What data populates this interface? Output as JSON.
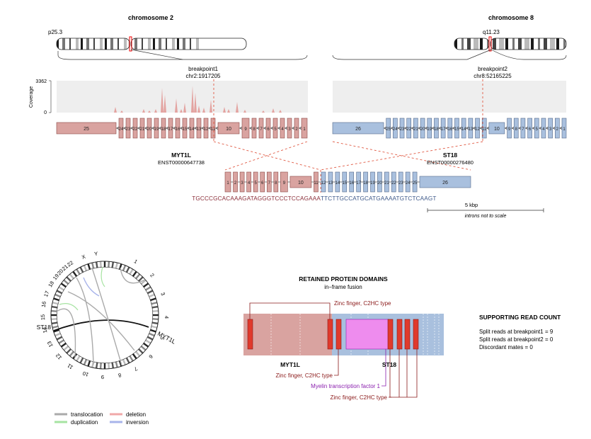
{
  "colors": {
    "myt1l": "#d9a3a0",
    "myt1l_stroke": "#8b4a47",
    "st18": "#a9c0de",
    "st18_stroke": "#55698a",
    "coverage_bg": "#eeeeee",
    "coverage_fill": "#e3a3a0",
    "breakpoint": "#e05a44",
    "seq_left": "#8b2f3a",
    "seq_right": "#3f5a8a",
    "domain_zinc": "#e03a2c",
    "domain_myelin": "#ee8cee",
    "label_zinc": "#8b1a1a",
    "label_myelin": "#8a1fae",
    "legend_translocation": "#aaaaaa",
    "legend_duplication": "#a6e3a1",
    "legend_deletion": "#f0a8a8",
    "legend_inversion": "#a8b4ea"
  },
  "top": {
    "chr_left_title": "chromosome 2",
    "chr_right_title": "chromosome 8",
    "chr_left_band": "p25.3",
    "chr_right_band": "q11.23",
    "bp1_label": "breakpoint1",
    "bp1_pos": "chr2:1917205",
    "bp2_label": "breakpoint2",
    "bp2_pos": "chr8:52165225",
    "coverage_label": "Coverage",
    "coverage_max": "3362",
    "coverage_min": "0",
    "gene1_name": "MYT1L",
    "gene1_transcript": "ENST00000647738",
    "gene2_name": "ST18",
    "gene2_transcript": "ENST00000276480",
    "seq_left": "TGCCCGCACAAAGATAGGGTCCCTCCAGAAA",
    "seq_right": "TTCTTGCCATGCATGAAAATGTCTCAAGT",
    "scale_label": "5 kbp",
    "scale_note": "introns not to scale"
  },
  "gene1_exons": [
    "25",
    "24",
    "23",
    "22",
    "21",
    "20",
    "19",
    "18",
    "17",
    "16",
    "15",
    "14",
    "13",
    "12",
    "11",
    "10",
    "9",
    "8",
    "7",
    "6",
    "5",
    "4",
    "3",
    "2",
    "1"
  ],
  "gene2_exons": [
    "26",
    "25",
    "24",
    "23",
    "22",
    "21",
    "20",
    "19",
    "18",
    "17",
    "16",
    "15",
    "14",
    "13",
    "12",
    "11",
    "10",
    "9",
    "8",
    "7",
    "6",
    "5",
    "4",
    "3",
    "2",
    "1"
  ],
  "fusion_exons_left": [
    "1",
    "2",
    "3",
    "4",
    "5",
    "6",
    "7",
    "8",
    "9",
    "10",
    "11"
  ],
  "fusion_exons_right": [
    "12",
    "13",
    "14",
    "15",
    "16",
    "17",
    "18",
    "19",
    "20",
    "21",
    "22",
    "23",
    "24",
    "25",
    "26"
  ],
  "circos": {
    "labels": [
      "1",
      "2",
      "3",
      "4",
      "5",
      "6",
      "7",
      "8",
      "9",
      "10",
      "11",
      "12",
      "13",
      "14",
      "15",
      "16",
      "17",
      "18",
      "19",
      "20",
      "21",
      "22",
      "X",
      "Y"
    ],
    "gene_left": "ST18",
    "gene_right": "MYT1L"
  },
  "legend": {
    "translocation": "translocation",
    "duplication": "duplication",
    "deletion": "deletion",
    "inversion": "inversion"
  },
  "domains": {
    "title": "RETAINED PROTEIN DOMAINS",
    "subtitle": "in−frame fusion",
    "gene_left": "MYT1L",
    "gene_right": "ST18",
    "label_top": "Zinc finger, C2HC type",
    "label_mid": "Zinc finger, C2HC type",
    "label_myelin": "Myelin transcription factor 1",
    "label_bottom": "Zinc finger, C2HC type"
  },
  "reads": {
    "title": "SUPPORTING READ COUNT",
    "line1": "Split reads at breakpoint1 = 9",
    "line2": "Split reads at breakpoint2 = 0",
    "line3": "Discordant mates = 0"
  }
}
